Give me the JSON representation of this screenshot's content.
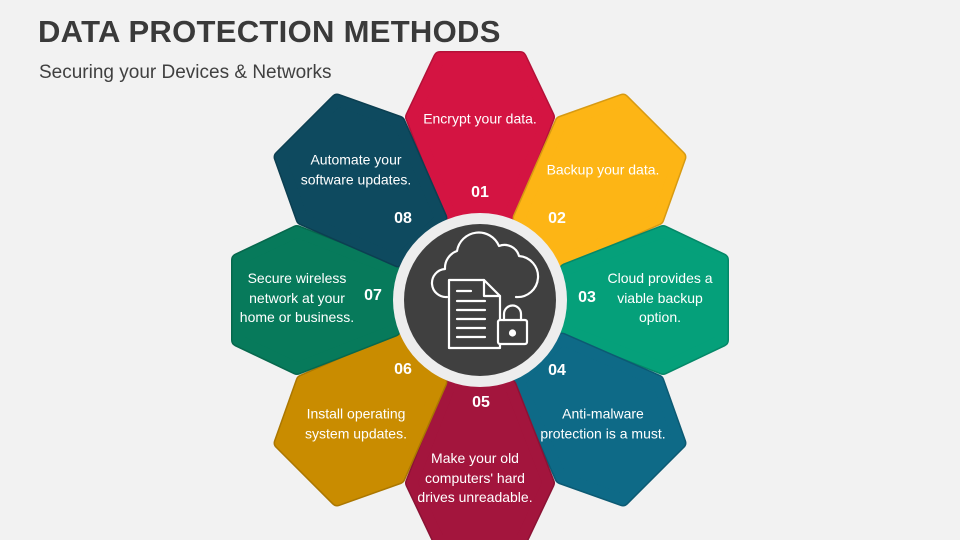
{
  "header": {
    "title": "DATA PROTECTION METHODS",
    "subtitle": "Securing your Devices & Networks"
  },
  "center": {
    "icon": "cloud-document-lock-icon",
    "color": "#404040"
  },
  "petals": [
    {
      "number": "01",
      "text": "Encrypt your data.",
      "color": "#D41442"
    },
    {
      "number": "02",
      "text": "Backup your data.",
      "color": "#FDB515"
    },
    {
      "number": "03",
      "text": "Cloud provides a viable backup option.",
      "color": "#05A07A"
    },
    {
      "number": "04",
      "text": "Anti-malware protection is a must.",
      "color": "#0E6A87"
    },
    {
      "number": "05",
      "text": "Make your old computers' hard drives unreadable.",
      "color": "#A3153D"
    },
    {
      "number": "06",
      "text": "Install operating system updates.",
      "color": "#C98C00"
    },
    {
      "number": "07",
      "text": "Secure wireless network at your home or business.",
      "color": "#077A5B"
    },
    {
      "number": "08",
      "text": "Automate your software updates.",
      "color": "#0E4A5F"
    }
  ]
}
